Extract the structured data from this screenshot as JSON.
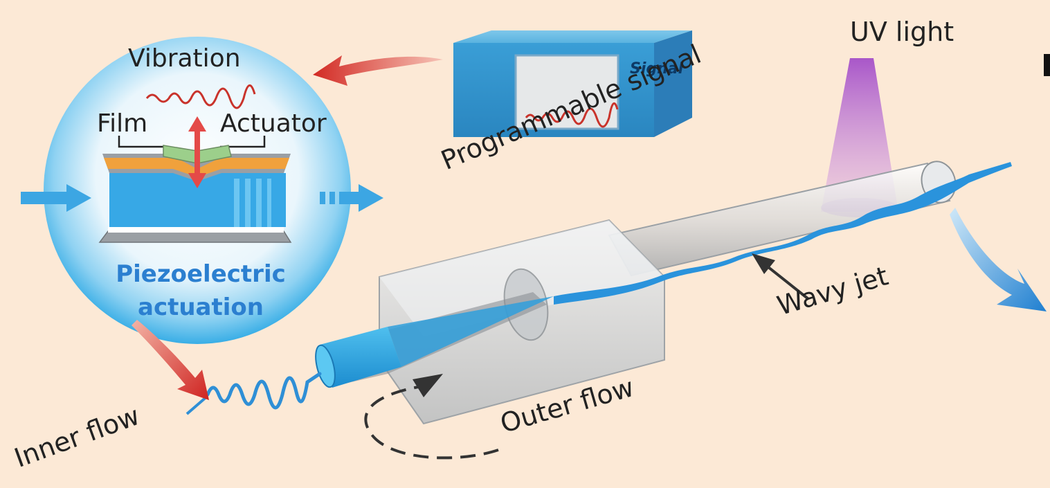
{
  "labels": {
    "vibration": "Vibration",
    "film": "Film",
    "actuator": "Actuator",
    "piezo_line1": "Piezoelectric",
    "piezo_line2": "actuation",
    "programmable_signal": "Programmable signal",
    "signal_box": "Signal",
    "uv_light": "UV light",
    "wavy_jet": "Wavy jet",
    "outer_flow": "Outer flow",
    "inner_flow": "Inner flow"
  },
  "colors": {
    "background": "#fce9d6",
    "liquid_blue": "#2d9be0",
    "signal_red": "#d8302a",
    "uv_purple": "#b57ad0",
    "label_blue": "#2b7fd0"
  },
  "icons": [
    "red-arrow-icon",
    "blue-flow-arrow-icon",
    "double-arrow-icon",
    "wave-icon"
  ]
}
